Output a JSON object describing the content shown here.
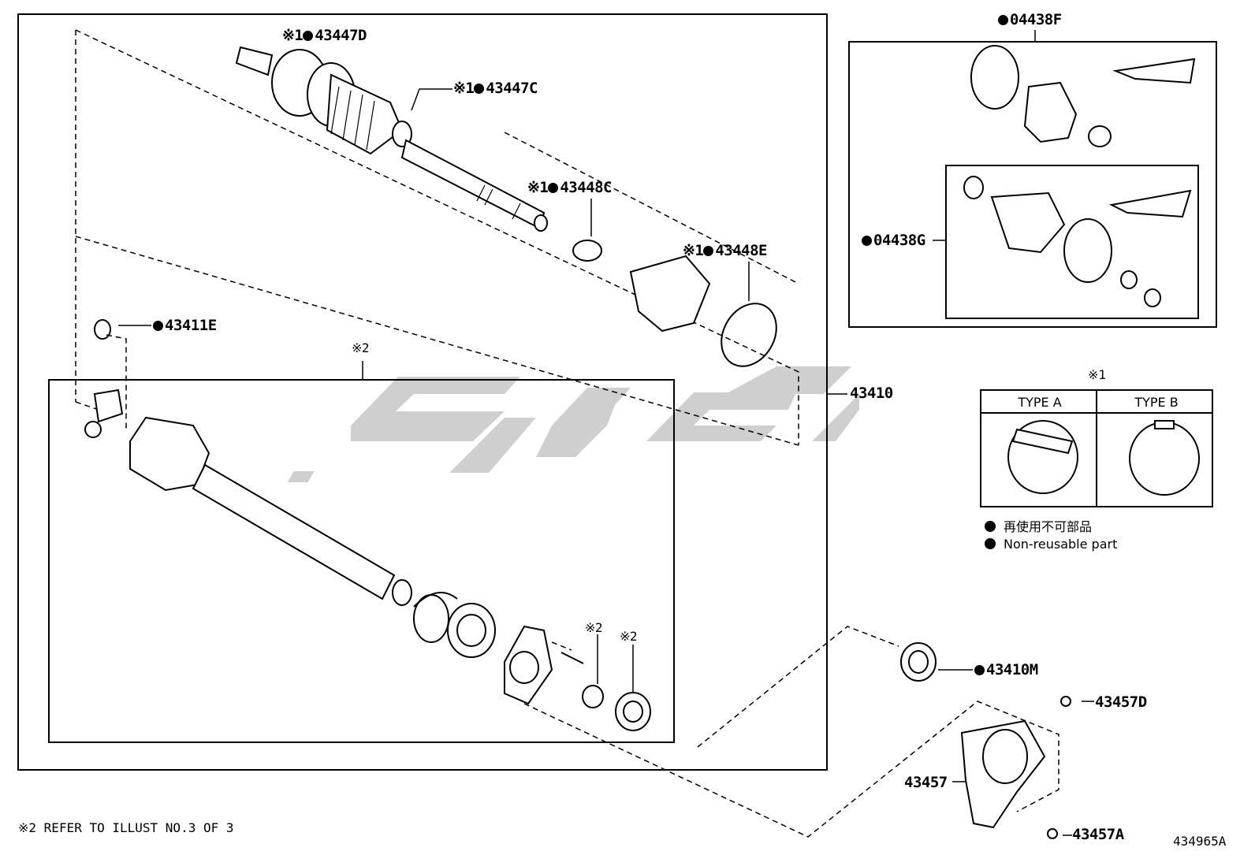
{
  "diagram_id": "434965A",
  "main_assembly": "43410",
  "labels": {
    "p43447D": "43447D",
    "p43447C": "43447C",
    "p43448C": "43448C",
    "p43448E": "43448E",
    "p43411E": "43411E",
    "p04438F": "04438F",
    "p04438G": "04438G",
    "p43410M": "43410M",
    "p43457D": "43457D",
    "p43457": "43457",
    "p43457A": "43457A"
  },
  "marks": {
    "ref1": "※1",
    "ref2": "※2"
  },
  "type_table": {
    "title": "※1",
    "type_a": "TYPE A",
    "type_b": "TYPE B"
  },
  "legend": {
    "jp": "再使用不可部品",
    "en": "Non-reusable part"
  },
  "footnote": "※2 REFER TO ILLUST NO.3 OF 3",
  "watermark_color": "#c8c8c8"
}
